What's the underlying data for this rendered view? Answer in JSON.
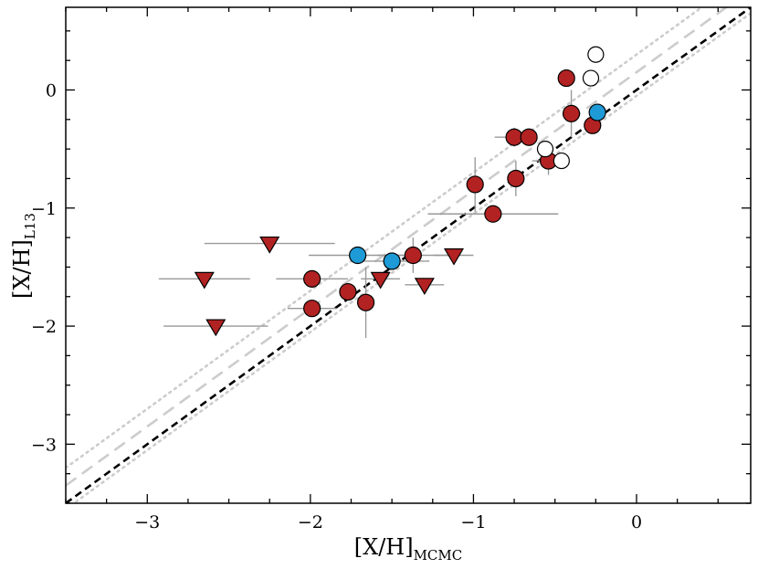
{
  "chart_data": {
    "type": "scatter",
    "title": "",
    "xlabel": "[X/H]",
    "xlabel_sub": "MCMC",
    "ylabel": "[X/H]",
    "ylabel_sub": "L13",
    "xlim": [
      -3.5,
      0.7
    ],
    "ylim": [
      -3.5,
      0.7
    ],
    "xticks": [
      -3,
      -2,
      -1,
      0
    ],
    "yticks": [
      -3,
      -2,
      -1,
      0
    ],
    "xtick_labels": [
      "−3",
      "−2",
      "−1",
      "0"
    ],
    "ytick_labels": [
      "−3",
      "−2",
      "−1",
      "0"
    ],
    "grid": false,
    "colors": {
      "red": "#b22222",
      "blue": "#1e9ad6",
      "errorbar": "#999999",
      "one_to_one": "#000000",
      "offset_dashed": "#cccccc",
      "offset_dotted": "#cccccc"
    },
    "reference_lines": [
      {
        "name": "one-to-one",
        "style": "dashed",
        "offset": 0.0,
        "color": "#000000"
      },
      {
        "name": "offset-dashed",
        "style": "dashed",
        "offset": 0.15,
        "color": "#cccccc"
      },
      {
        "name": "offset-dotted-upper",
        "style": "dotted",
        "offset": 0.3,
        "color": "#cccccc"
      },
      {
        "name": "offset-dotted-lower",
        "style": "dotted",
        "offset": -0.05,
        "color": "#cccccc"
      }
    ],
    "series": [
      {
        "marker": "circle",
        "color": "#b22222",
        "points": [
          {
            "x": -0.43,
            "y": 0.1,
            "xerr": 0.0,
            "yerr": 0.05
          },
          {
            "x": -0.4,
            "y": -0.2,
            "xerr": 0.0,
            "yerr": 0.2
          },
          {
            "x": -0.27,
            "y": -0.3,
            "xerr": 0.0,
            "yerr": 0.0
          },
          {
            "x": -0.75,
            "y": -0.4,
            "xerr": 0.12,
            "yerr": 0.08
          },
          {
            "x": -0.66,
            "y": -0.4,
            "xerr": 0.0,
            "yerr": 0.0
          },
          {
            "x": -0.54,
            "y": -0.6,
            "xerr": 0.1,
            "yerr": 0.12
          },
          {
            "x": -0.74,
            "y": -0.75,
            "xerr": 0.0,
            "yerr": 0.15
          },
          {
            "x": -0.99,
            "y": -0.8,
            "xerr": 0.0,
            "yerr": 0.23
          },
          {
            "x": -0.88,
            "y": -1.05,
            "xerr": 0.4,
            "yerr": 0.0
          },
          {
            "x": -1.37,
            "y": -1.4,
            "xerr": 0.22,
            "yerr": 0.15
          },
          {
            "x": -1.99,
            "y": -1.6,
            "xerr": 0.22,
            "yerr": 0.0
          },
          {
            "x": -1.77,
            "y": -1.71,
            "xerr": 0.0,
            "yerr": 0.0
          },
          {
            "x": -1.66,
            "y": -1.8,
            "xerr": 0.0,
            "yerr": 0.3
          },
          {
            "x": -1.99,
            "y": -1.85,
            "xerr": 0.15,
            "yerr": 0.0
          }
        ]
      },
      {
        "marker": "circle",
        "color": "#1e9ad6",
        "points": [
          {
            "x": -0.24,
            "y": -0.19,
            "xerr": 0.0,
            "yerr": 0.0
          },
          {
            "x": -1.71,
            "y": -1.4,
            "xerr": 0.3,
            "yerr": 0.0
          },
          {
            "x": -1.5,
            "y": -1.45,
            "xerr": 0.23,
            "yerr": 0.0
          }
        ]
      },
      {
        "marker": "open-circle",
        "color": "#ffffff",
        "points": [
          {
            "x": -0.25,
            "y": 0.3,
            "xerr": 0.0,
            "yerr": 0.0
          },
          {
            "x": -0.28,
            "y": 0.1,
            "xerr": 0.0,
            "yerr": 0.0
          },
          {
            "x": -0.56,
            "y": -0.5,
            "xerr": 0.0,
            "yerr": 0.0
          },
          {
            "x": -0.46,
            "y": -0.6,
            "xerr": 0.0,
            "yerr": 0.0
          }
        ]
      },
      {
        "marker": "triangle-down",
        "color": "#b22222",
        "points": [
          {
            "x": -2.25,
            "y": -1.3,
            "xerr": 0.4,
            "yerr": 0.0
          },
          {
            "x": -2.65,
            "y": -1.6,
            "xerr": 0.28,
            "yerr": 0.0
          },
          {
            "x": -2.58,
            "y": -2.0,
            "xerr": 0.32,
            "yerr": 0.0
          },
          {
            "x": -1.57,
            "y": -1.6,
            "xerr": 0.12,
            "yerr": 0.0
          },
          {
            "x": -1.3,
            "y": -1.65,
            "xerr": 0.12,
            "yerr": 0.0
          },
          {
            "x": -1.12,
            "y": -1.4,
            "xerr": 0.12,
            "yerr": 0.0
          }
        ]
      }
    ]
  }
}
